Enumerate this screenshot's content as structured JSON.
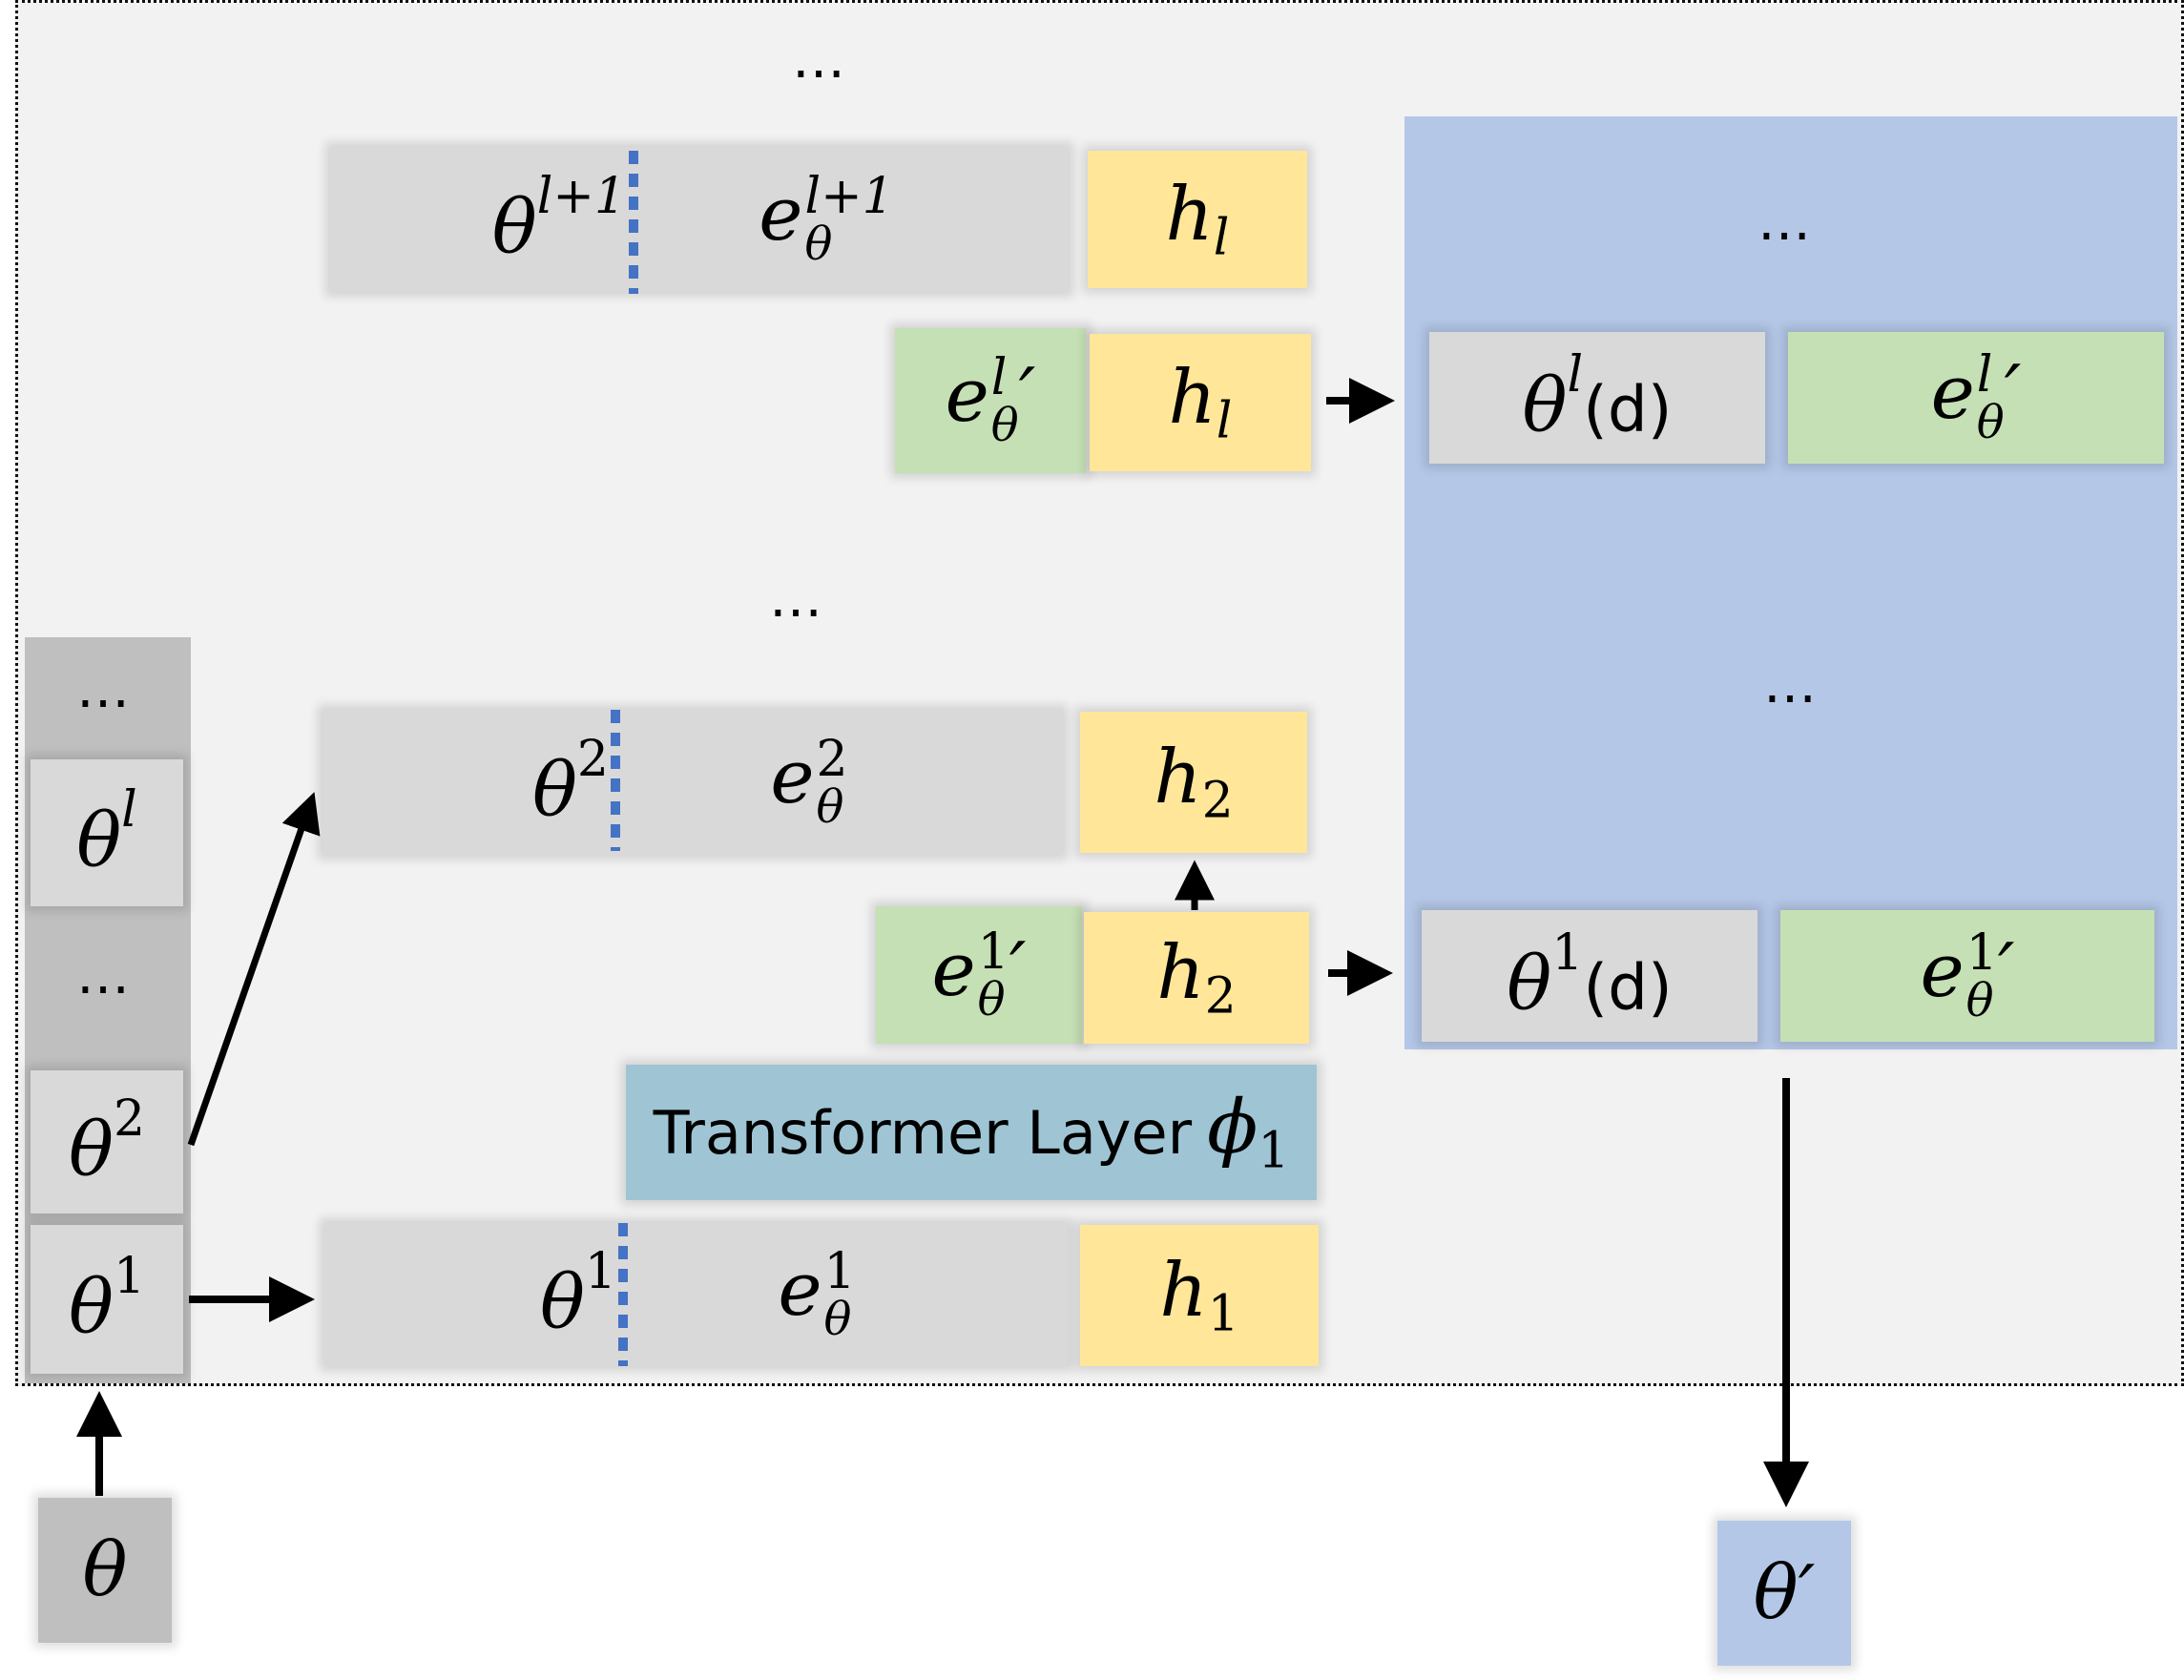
{
  "dots": "…",
  "left_stack": {
    "theta_l": "l",
    "theta_2": "2",
    "theta_1": "1"
  },
  "input": {
    "theta": "θ"
  },
  "output": {
    "theta_prime": "θ′"
  },
  "rows": {
    "top": {
      "theta_sup": "l+1",
      "e_sup": "l+1",
      "h_sub": "l"
    },
    "green_l": {
      "e_sup": "l",
      "h_sub": "l"
    },
    "row2": {
      "theta_sup": "2",
      "e_sup": "2",
      "h_sub": "2"
    },
    "green_1": {
      "e_sup": "1",
      "h_sub": "2"
    },
    "row1": {
      "theta_sup": "1",
      "e_sup": "1",
      "h_sub": "1"
    }
  },
  "transformer": {
    "label": "Transformer Layer",
    "phi_sub": "1"
  },
  "right_panel": {
    "row_l": {
      "theta_sup": "l",
      "d_label": "(d)",
      "e_sup": "l"
    },
    "row_1": {
      "theta_sup": "1",
      "d_label": "(d)",
      "e_sup": "1"
    }
  },
  "colors": {
    "panel_bg": "#f2f2f2",
    "blue_panel": "#b4c7e7",
    "gray_box": "#d9d9d9",
    "yellow_box": "#ffe699",
    "green_box": "#c5e0b4",
    "teal_box": "#9fc5d5",
    "divider": "#4472c4"
  }
}
